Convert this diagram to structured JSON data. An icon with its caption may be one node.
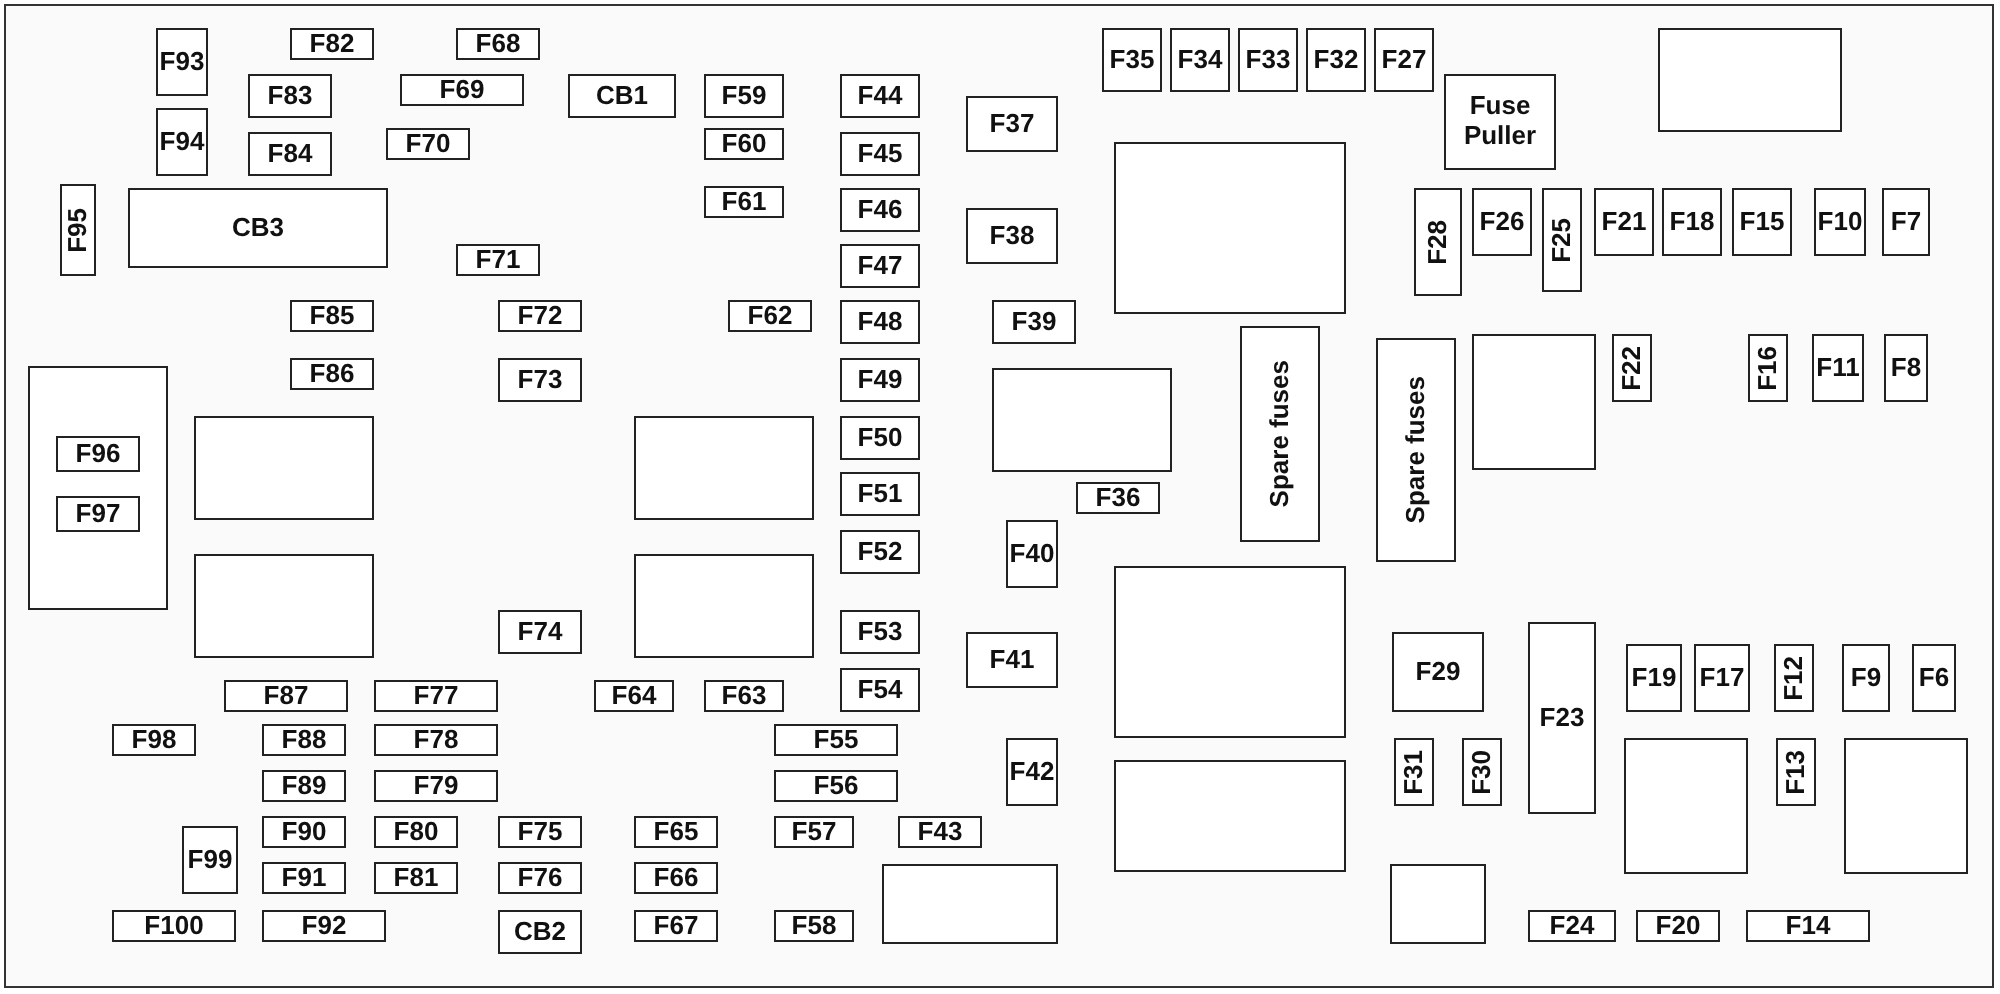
{
  "diagram": {
    "nodes": [
      {
        "text": [
          "F93"
        ]
      },
      {
        "text": [
          "F82"
        ]
      },
      {
        "text": [
          "F68"
        ]
      },
      {
        "text": [
          "F35"
        ]
      },
      {
        "text": [
          "F34"
        ]
      },
      {
        "text": [
          "F33"
        ]
      },
      {
        "text": [
          "F32"
        ]
      },
      {
        "text": [
          "F27"
        ]
      },
      {
        "text": [],
        "shape": "box"
      },
      {
        "text": [
          "F83"
        ]
      },
      {
        "text": [
          "F69"
        ]
      },
      {
        "text": [
          "CB1"
        ]
      },
      {
        "text": [
          "F59"
        ]
      },
      {
        "text": [
          "F44"
        ]
      },
      {
        "text": [
          "Fuse Puller"
        ]
      },
      {
        "text": [
          "F37"
        ]
      },
      {
        "text": [
          "F94"
        ]
      },
      {
        "text": [
          "F84"
        ]
      },
      {
        "text": [
          "F70"
        ]
      },
      {
        "text": [
          "F60"
        ]
      },
      {
        "text": [
          "F45"
        ]
      },
      {
        "text": [],
        "shape": "box"
      },
      {
        "text": [
          "F95"
        ]
      },
      {
        "text": [
          "CB3"
        ]
      },
      {
        "text": [
          "F61"
        ]
      },
      {
        "text": [
          "F46"
        ]
      },
      {
        "text": [
          "F28"
        ]
      },
      {
        "text": [
          "F26"
        ]
      },
      {
        "text": [
          "F25"
        ]
      },
      {
        "text": [
          "F21"
        ]
      },
      {
        "text": [
          "F18"
        ]
      },
      {
        "text": [
          "F15"
        ]
      },
      {
        "text": [
          "F10"
        ]
      },
      {
        "text": [
          "F7"
        ]
      },
      {
        "text": [
          "F38"
        ]
      },
      {
        "text": [
          "F71"
        ]
      },
      {
        "text": [
          "F47"
        ]
      },
      {
        "text": [
          "F85"
        ]
      },
      {
        "text": [
          "F72"
        ]
      },
      {
        "text": [
          "F62"
        ]
      },
      {
        "text": [
          "F48"
        ]
      },
      {
        "text": [
          "F39"
        ]
      },
      {
        "text": [
          "Spare fuses"
        ]
      },
      {
        "text": [
          "Spare fuses"
        ]
      },
      {
        "text": [],
        "shape": "box"
      },
      {
        "text": [
          "F22"
        ]
      },
      {
        "text": [
          "F16"
        ]
      },
      {
        "text": [
          "F11"
        ]
      },
      {
        "text": [
          "F8"
        ]
      },
      {
        "text": [
          "F86"
        ]
      },
      {
        "text": [
          "F73"
        ]
      },
      {
        "text": [
          "F49"
        ]
      },
      {
        "text": [],
        "shape": "box"
      },
      {
        "text": [
          "F96"
        ],
        "in": 52
      },
      {
        "text": [
          "F97"
        ],
        "in": 52
      },
      {
        "text": [],
        "shape": "box"
      },
      {
        "text": [],
        "shape": "box"
      },
      {
        "text": [
          "F50"
        ]
      },
      {
        "text": [],
        "shape": "box"
      },
      {
        "text": [
          "F36"
        ]
      },
      {
        "text": [
          "F51"
        ]
      },
      {
        "text": [
          "F40"
        ]
      },
      {
        "text": [
          "F52"
        ]
      },
      {
        "text": [],
        "shape": "box"
      },
      {
        "text": [],
        "shape": "box"
      },
      {
        "text": [],
        "shape": "box"
      },
      {
        "text": [
          "F74"
        ]
      },
      {
        "text": [
          "F53"
        ]
      },
      {
        "text": [
          "F41"
        ]
      },
      {
        "text": [
          "F23"
        ]
      },
      {
        "text": [
          "F29"
        ]
      },
      {
        "text": [
          "F19"
        ]
      },
      {
        "text": [
          "F17"
        ]
      },
      {
        "text": [
          "F12"
        ]
      },
      {
        "text": [
          "F9"
        ]
      },
      {
        "text": [
          "F6"
        ]
      },
      {
        "text": [
          "F87"
        ]
      },
      {
        "text": [
          "F77"
        ]
      },
      {
        "text": [
          "F64"
        ]
      },
      {
        "text": [
          "F63"
        ]
      },
      {
        "text": [
          "F54"
        ]
      },
      {
        "text": [
          "F98"
        ]
      },
      {
        "text": [
          "F88"
        ]
      },
      {
        "text": [
          "F78"
        ]
      },
      {
        "text": [
          "F55"
        ]
      },
      {
        "text": [
          "F42"
        ]
      },
      {
        "text": [],
        "shape": "box"
      },
      {
        "text": [
          "F31"
        ]
      },
      {
        "text": [
          "F30"
        ]
      },
      {
        "text": [],
        "shape": "box"
      },
      {
        "text": [
          "F13"
        ]
      },
      {
        "text": [],
        "shape": "box"
      },
      {
        "text": [
          "F89"
        ]
      },
      {
        "text": [
          "F79"
        ]
      },
      {
        "text": [
          "F56"
        ]
      },
      {
        "text": [
          "F99"
        ]
      },
      {
        "text": [
          "F90"
        ]
      },
      {
        "text": [
          "F80"
        ]
      },
      {
        "text": [
          "F75"
        ]
      },
      {
        "text": [
          "F65"
        ]
      },
      {
        "text": [
          "F57"
        ]
      },
      {
        "text": [
          "F43"
        ]
      },
      {
        "text": [],
        "shape": "box"
      },
      {
        "text": [],
        "shape": "box"
      },
      {
        "text": [
          "F91"
        ]
      },
      {
        "text": [
          "F81"
        ]
      },
      {
        "text": [
          "F76"
        ]
      },
      {
        "text": [
          "F66"
        ]
      },
      {
        "text": [
          "F100"
        ]
      },
      {
        "text": [
          "F92"
        ]
      },
      {
        "text": [
          "CB2"
        ]
      },
      {
        "text": [
          "F67"
        ]
      },
      {
        "text": [
          "F58"
        ]
      },
      {
        "text": [
          "F24"
        ]
      },
      {
        "text": [
          "F20"
        ]
      },
      {
        "text": [
          "F14"
        ]
      }
    ]
  }
}
